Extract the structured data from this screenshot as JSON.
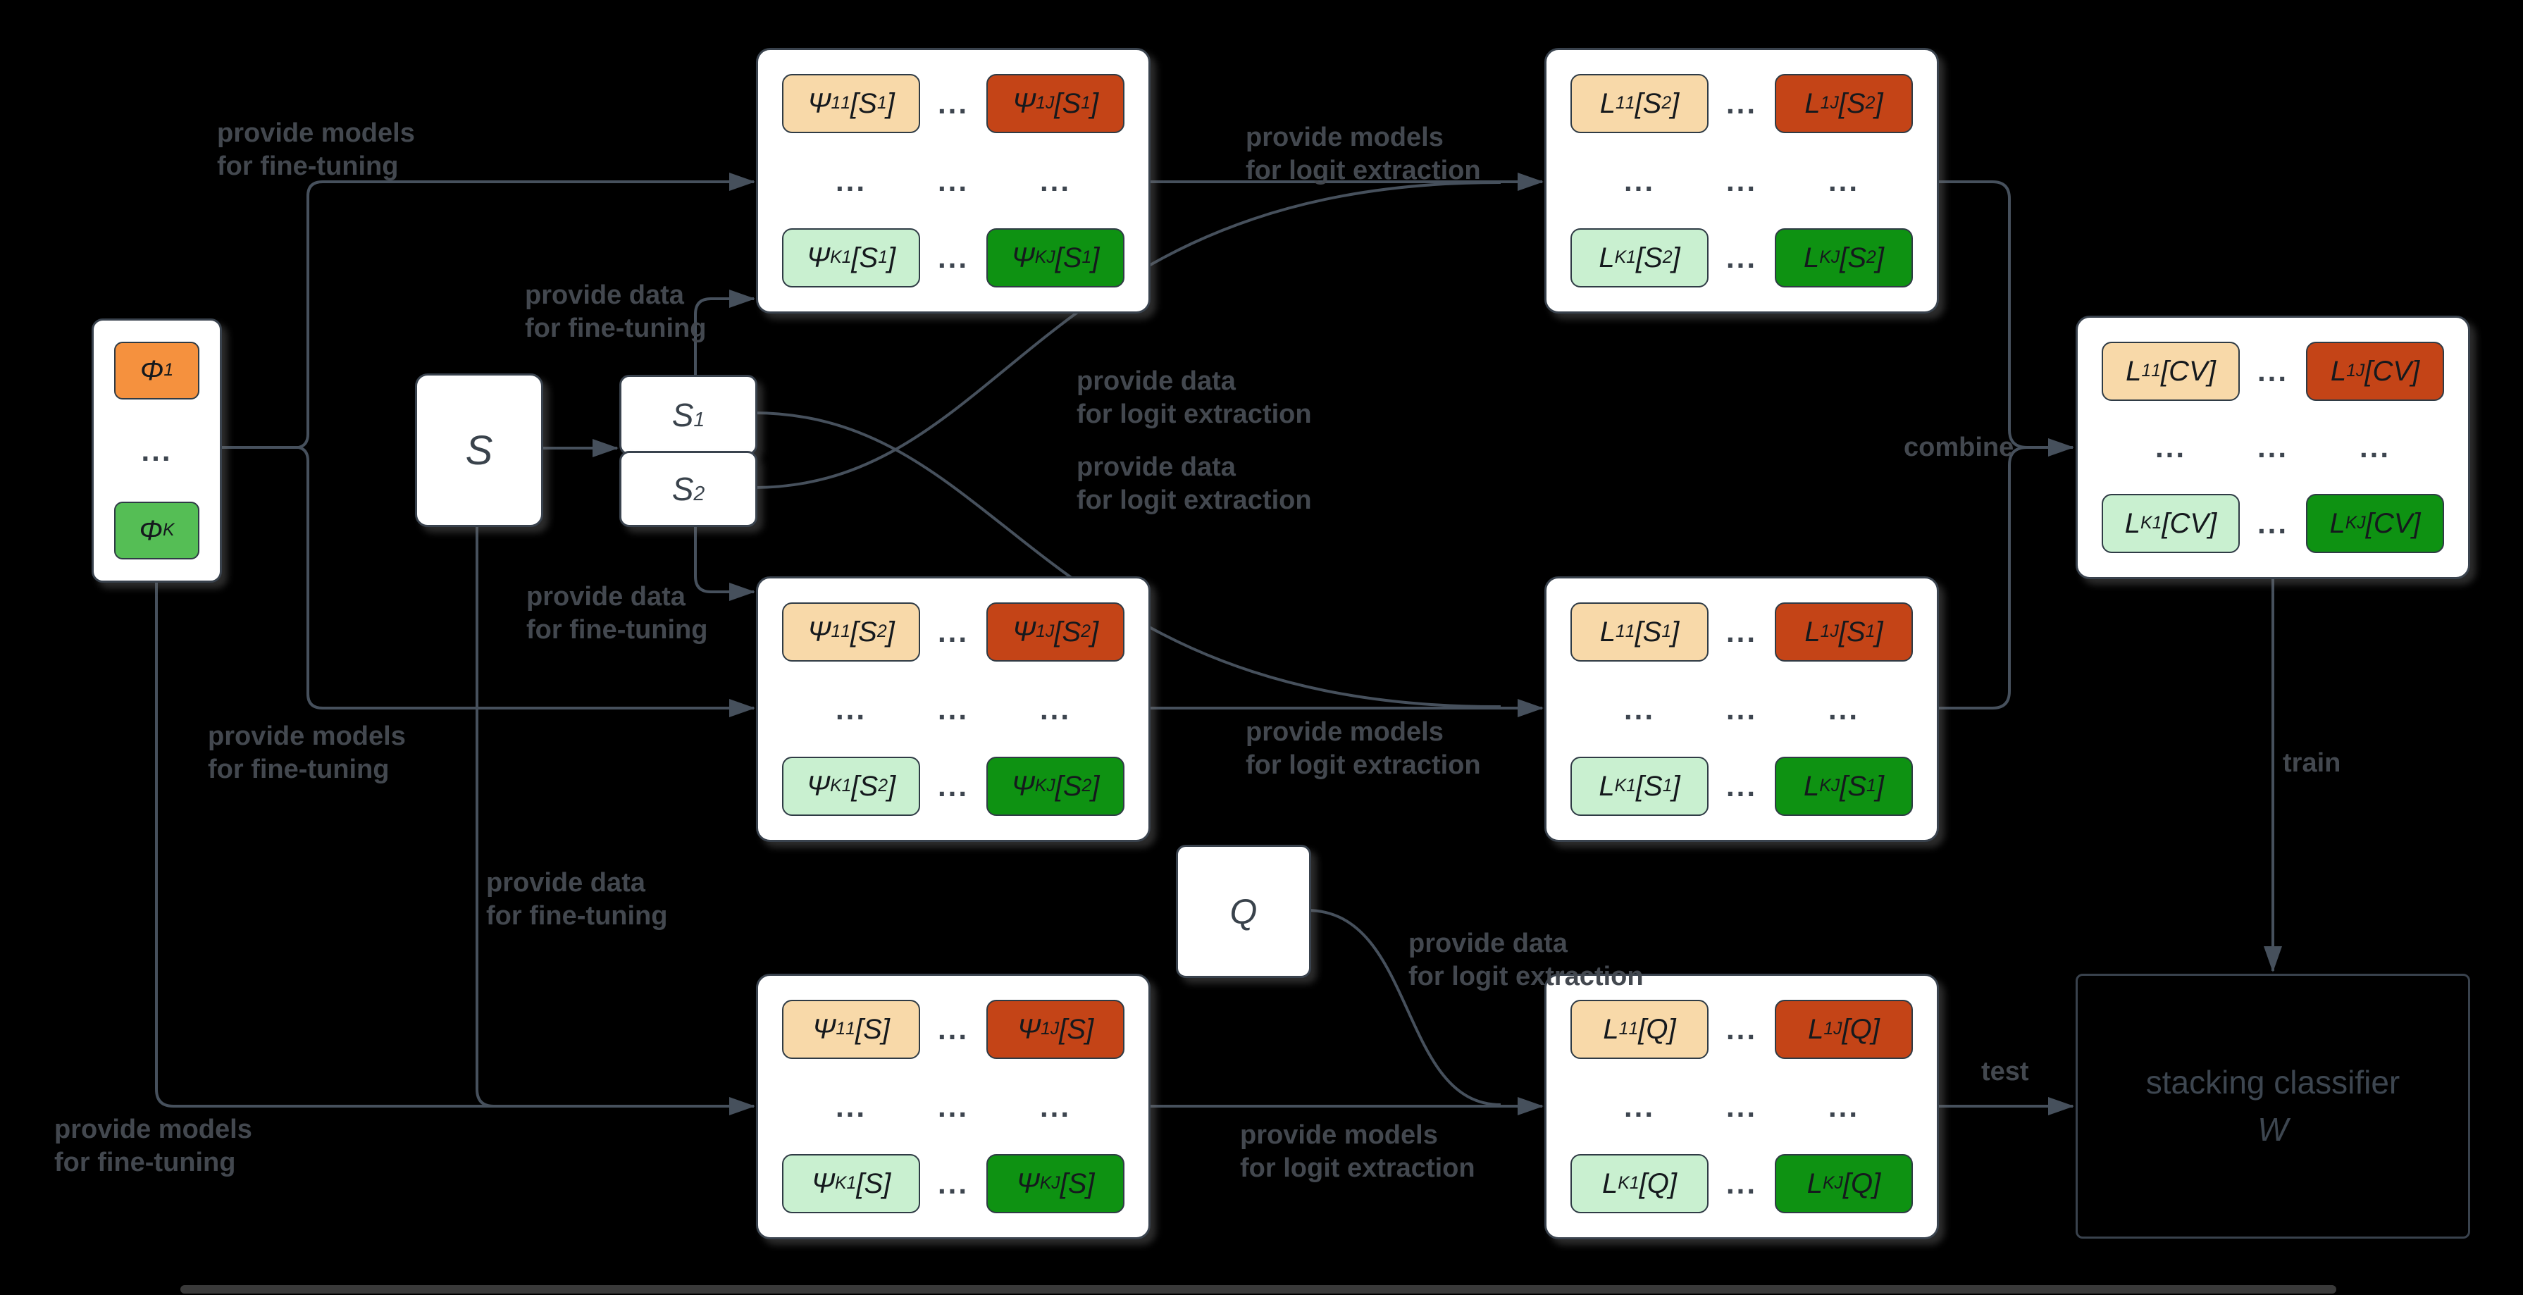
{
  "dots": "...",
  "colors": {
    "background": "#000000",
    "panel_border": "#39424D",
    "line": "#46505C",
    "label_text": "#43484F",
    "chip_peach": "#F8D9A9",
    "chip_rust": "#C44417",
    "chip_light_green": "#C9F0D0",
    "chip_dark_green": "#0E9212",
    "phi_orange": "#F5913E",
    "phi_green": "#55BE55"
  },
  "nodes": {
    "phi1": [
      [
        "t",
        "Φ"
      ],
      [
        "sub",
        "1"
      ]
    ],
    "phiK": [
      [
        "t",
        "Φ"
      ],
      [
        "sub",
        "K"
      ]
    ],
    "s": [
      [
        "t",
        "S"
      ]
    ],
    "s1": [
      [
        "t",
        "S"
      ],
      [
        "sub",
        "1"
      ]
    ],
    "s2": [
      [
        "t",
        "S"
      ],
      [
        "sub",
        "2"
      ]
    ],
    "q": [
      [
        "t",
        "Q"
      ]
    ],
    "stacking_title": "stacking classifier",
    "stacking_symbol": "W"
  },
  "panels": {
    "psi_s1": {
      "tl": [
        [
          "t",
          "Ψ"
        ],
        [
          "sub",
          "1"
        ],
        [
          "sup",
          "1"
        ],
        [
          "t",
          "[S"
        ],
        [
          "sub",
          "1"
        ],
        [
          "t",
          "]"
        ]
      ],
      "tr": [
        [
          "t",
          "Ψ"
        ],
        [
          "sub",
          "1"
        ],
        [
          "sup",
          "J"
        ],
        [
          "t",
          "[S"
        ],
        [
          "sub",
          "1"
        ],
        [
          "t",
          "]"
        ]
      ],
      "bl": [
        [
          "t",
          "Ψ"
        ],
        [
          "sub",
          "K"
        ],
        [
          "sup",
          "1"
        ],
        [
          "t",
          "[S"
        ],
        [
          "sub",
          "1"
        ],
        [
          "t",
          "]"
        ]
      ],
      "br": [
        [
          "t",
          "Ψ"
        ],
        [
          "sub",
          "K"
        ],
        [
          "sup",
          "J"
        ],
        [
          "t",
          "[S"
        ],
        [
          "sub",
          "1"
        ],
        [
          "t",
          "]"
        ]
      ]
    },
    "psi_s2": {
      "tl": [
        [
          "t",
          "Ψ"
        ],
        [
          "sub",
          "1"
        ],
        [
          "sup",
          "1"
        ],
        [
          "t",
          "[S"
        ],
        [
          "sub",
          "2"
        ],
        [
          "t",
          "]"
        ]
      ],
      "tr": [
        [
          "t",
          "Ψ"
        ],
        [
          "sub",
          "1"
        ],
        [
          "sup",
          "J"
        ],
        [
          "t",
          "[S"
        ],
        [
          "sub",
          "2"
        ],
        [
          "t",
          "]"
        ]
      ],
      "bl": [
        [
          "t",
          "Ψ"
        ],
        [
          "sub",
          "K"
        ],
        [
          "sup",
          "1"
        ],
        [
          "t",
          "[S"
        ],
        [
          "sub",
          "2"
        ],
        [
          "t",
          "]"
        ]
      ],
      "br": [
        [
          "t",
          "Ψ"
        ],
        [
          "sub",
          "K"
        ],
        [
          "sup",
          "J"
        ],
        [
          "t",
          "[S"
        ],
        [
          "sub",
          "2"
        ],
        [
          "t",
          "]"
        ]
      ]
    },
    "psi_s": {
      "tl": [
        [
          "t",
          "Ψ"
        ],
        [
          "sub",
          "1"
        ],
        [
          "sup",
          "1"
        ],
        [
          "t",
          "[S]"
        ]
      ],
      "tr": [
        [
          "t",
          "Ψ"
        ],
        [
          "sub",
          "1"
        ],
        [
          "sup",
          "J"
        ],
        [
          "t",
          "[S]"
        ]
      ],
      "bl": [
        [
          "t",
          "Ψ"
        ],
        [
          "sub",
          "K"
        ],
        [
          "sup",
          "1"
        ],
        [
          "t",
          "[S]"
        ]
      ],
      "br": [
        [
          "t",
          "Ψ"
        ],
        [
          "sub",
          "K"
        ],
        [
          "sup",
          "J"
        ],
        [
          "t",
          "[S]"
        ]
      ]
    },
    "l_s2": {
      "tl": [
        [
          "t",
          "L"
        ],
        [
          "sub",
          "1"
        ],
        [
          "sup",
          "1"
        ],
        [
          "t",
          "[S"
        ],
        [
          "sub",
          "2"
        ],
        [
          "t",
          "]"
        ]
      ],
      "tr": [
        [
          "t",
          "L"
        ],
        [
          "sub",
          "1"
        ],
        [
          "sup",
          "J"
        ],
        [
          "t",
          "[S"
        ],
        [
          "sub",
          "2"
        ],
        [
          "t",
          "]"
        ]
      ],
      "bl": [
        [
          "t",
          "L"
        ],
        [
          "sub",
          "K"
        ],
        [
          "sup",
          "1"
        ],
        [
          "t",
          "[S"
        ],
        [
          "sub",
          "2"
        ],
        [
          "t",
          "]"
        ]
      ],
      "br": [
        [
          "t",
          "L"
        ],
        [
          "sub",
          "K"
        ],
        [
          "sup",
          "J"
        ],
        [
          "t",
          "[S"
        ],
        [
          "sub",
          "2"
        ],
        [
          "t",
          "]"
        ]
      ]
    },
    "l_s1": {
      "tl": [
        [
          "t",
          "L"
        ],
        [
          "sub",
          "1"
        ],
        [
          "sup",
          "1"
        ],
        [
          "t",
          "[S"
        ],
        [
          "sub",
          "1"
        ],
        [
          "t",
          "]"
        ]
      ],
      "tr": [
        [
          "t",
          "L"
        ],
        [
          "sub",
          "1"
        ],
        [
          "sup",
          "J"
        ],
        [
          "t",
          "[S"
        ],
        [
          "sub",
          "1"
        ],
        [
          "t",
          "]"
        ]
      ],
      "bl": [
        [
          "t",
          "L"
        ],
        [
          "sub",
          "K"
        ],
        [
          "sup",
          "1"
        ],
        [
          "t",
          "[S"
        ],
        [
          "sub",
          "1"
        ],
        [
          "t",
          "]"
        ]
      ],
      "br": [
        [
          "t",
          "L"
        ],
        [
          "sub",
          "K"
        ],
        [
          "sup",
          "J"
        ],
        [
          "t",
          "[S"
        ],
        [
          "sub",
          "1"
        ],
        [
          "t",
          "]"
        ]
      ]
    },
    "l_q": {
      "tl": [
        [
          "t",
          "L"
        ],
        [
          "sub",
          "1"
        ],
        [
          "sup",
          "1"
        ],
        [
          "t",
          "[Q]"
        ]
      ],
      "tr": [
        [
          "t",
          "L"
        ],
        [
          "sub",
          "1"
        ],
        [
          "sup",
          "J"
        ],
        [
          "t",
          "[Q]"
        ]
      ],
      "bl": [
        [
          "t",
          "L"
        ],
        [
          "sub",
          "K"
        ],
        [
          "sup",
          "1"
        ],
        [
          "t",
          "[Q]"
        ]
      ],
      "br": [
        [
          "t",
          "L"
        ],
        [
          "sub",
          "K"
        ],
        [
          "sup",
          "J"
        ],
        [
          "t",
          "[Q]"
        ]
      ]
    },
    "l_cv": {
      "tl": [
        [
          "t",
          "L"
        ],
        [
          "sub",
          "1"
        ],
        [
          "sup",
          "1"
        ],
        [
          "t",
          "[CV]"
        ]
      ],
      "tr": [
        [
          "t",
          "L"
        ],
        [
          "sub",
          "1"
        ],
        [
          "sup",
          "J"
        ],
        [
          "t",
          "[CV]"
        ]
      ],
      "bl": [
        [
          "t",
          "L"
        ],
        [
          "sub",
          "K"
        ],
        [
          "sup",
          "1"
        ],
        [
          "t",
          "[CV]"
        ]
      ],
      "br": [
        [
          "t",
          "L"
        ],
        [
          "sub",
          "K"
        ],
        [
          "sup",
          "J"
        ],
        [
          "t",
          "[CV]"
        ]
      ]
    }
  },
  "labels": {
    "models_ft_top": [
      "provide models",
      "for fine-tuning"
    ],
    "data_ft_top": [
      "provide data",
      "for fine-tuning"
    ],
    "models_logit_top": [
      "provide models",
      "for logit extraction"
    ],
    "data_logit_a": [
      "provide data",
      "for logit extraction"
    ],
    "data_logit_b": [
      "provide data",
      "for logit extraction"
    ],
    "combine": [
      "combine"
    ],
    "data_ft_mid": [
      "provide data",
      "for fine-tuning"
    ],
    "models_ft_mid": [
      "provide models",
      "for fine-tuning"
    ],
    "models_logit_mid": [
      "provide models",
      "for logit extraction"
    ],
    "data_ft_bottom": [
      "provide data",
      "for fine-tuning"
    ],
    "data_logit_q": [
      "provide data",
      "for logit extraction"
    ],
    "train": [
      "train"
    ],
    "models_ft_bottom": [
      "provide models",
      "for fine-tuning"
    ],
    "models_logit_bottom": [
      "provide models",
      "for logit extraction"
    ],
    "test": [
      "test"
    ]
  }
}
